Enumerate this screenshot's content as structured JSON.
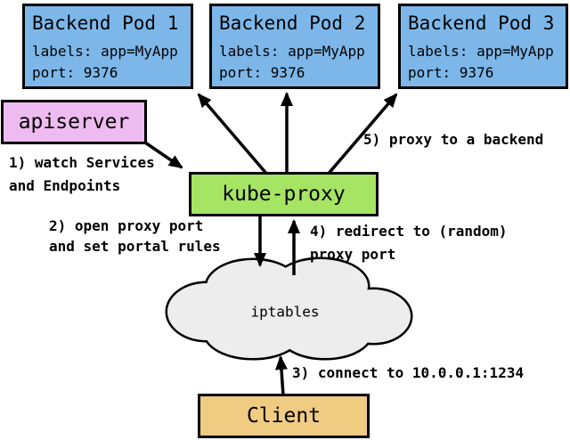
{
  "nodes": {
    "pod1": {
      "title": "Backend Pod 1",
      "labels_line": "labels: app=MyApp",
      "port_line": "port: 9376",
      "fill": "#7db7e9"
    },
    "pod2": {
      "title": "Backend Pod 2",
      "labels_line": "labels: app=MyApp",
      "port_line": "port: 9376",
      "fill": "#7db7e9"
    },
    "pod3": {
      "title": "Backend Pod 3",
      "labels_line": "labels: app=MyApp",
      "port_line": "port: 9376",
      "fill": "#7db7e9"
    },
    "apiserver": {
      "label": "apiserver",
      "fill": "#eebbf0"
    },
    "kube_proxy": {
      "label": "kube-proxy",
      "fill": "#a6e563"
    },
    "iptables": {
      "label": "iptables",
      "fill": "#ededed"
    },
    "client": {
      "label": "Client",
      "fill": "#f0cb82"
    }
  },
  "annotations": {
    "step1": {
      "line1": "1) watch Services",
      "line2": "and Endpoints"
    },
    "step2": {
      "line1": "2) open proxy port",
      "line2": "and set portal rules"
    },
    "step3": {
      "line1": "3) connect to 10.0.0.1:1234"
    },
    "step4": {
      "line1": "4) redirect to (random)",
      "line2": "proxy port"
    },
    "step5": {
      "line1": "5) proxy to a backend"
    }
  },
  "colors": {
    "background": "#ffffff",
    "line": "#000000",
    "pod_fill": "#7db7e9",
    "apiserver_fill": "#eebbf0",
    "kube_proxy_fill": "#a6e563",
    "client_fill": "#f0cb82",
    "cloud_fill": "#ededed"
  }
}
